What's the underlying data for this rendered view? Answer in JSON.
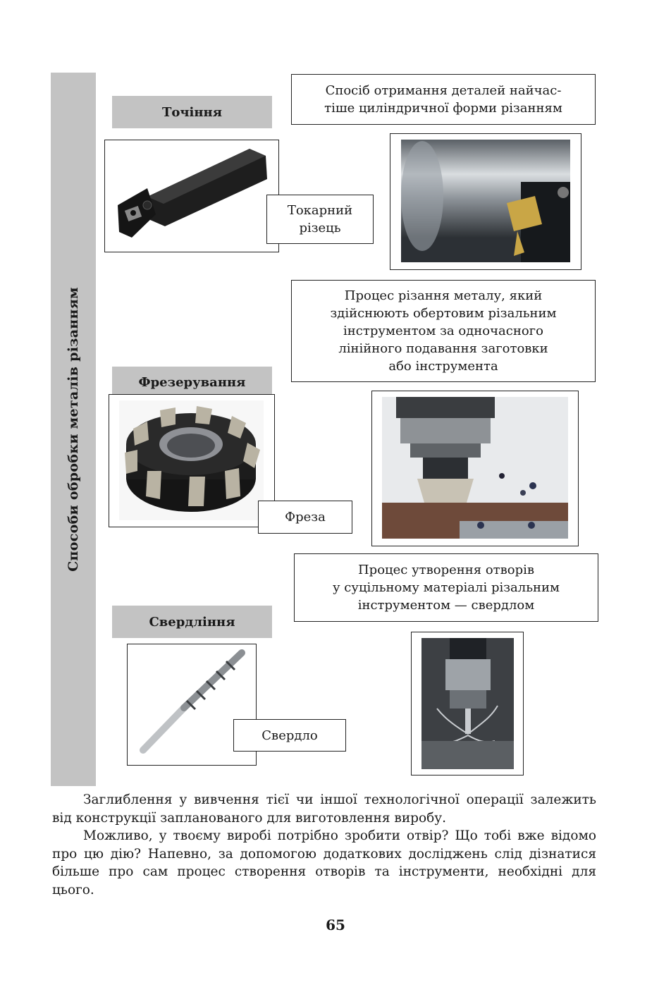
{
  "sidebar": {
    "title": "Способи обробки металів різанням"
  },
  "methods": {
    "turning": {
      "label": "Точіння",
      "description": [
        "Спосіб отримання деталей найчас-",
        "тіше циліндричної форми різанням"
      ],
      "tool": [
        "Токарний",
        "різець"
      ]
    },
    "milling": {
      "label": "Фрезерування",
      "description": [
        "Процес різання металу, який",
        "здійснюють обертовим різальним",
        "інструментом за одночасного",
        "лінійного подавання заготовки",
        "або інструмента"
      ],
      "tool": "Фреза"
    },
    "drilling": {
      "label": "Свердління",
      "description": [
        "Процес утворення отворів",
        "у суцільному матеріалі різальним",
        "інструментом — свердлом"
      ],
      "tool": "Свердло"
    }
  },
  "body": {
    "paragraphs": [
      "Заглиблення у вивчення тієї чи іншої технологічної операції залежить від конструкції запланованого для виготовлення виробу.",
      "Можливо, у твоєму виробі потрібно зробити отвір? Що тобі вже відомо про цю дію? Напевно, за допомогою додаткових досліджень слід дізнатися більше про сам процес створення отворів та інстру­менти, необхідні для цього."
    ]
  },
  "page_number": "65"
}
